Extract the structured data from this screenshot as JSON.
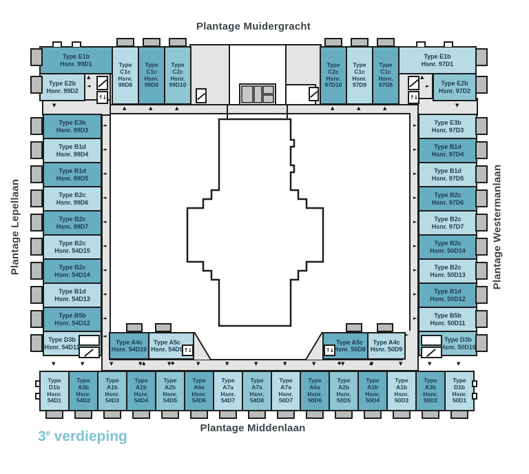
{
  "palette": {
    "dark": "#68AEC2",
    "mid": "#8FC6D3",
    "light": "#B7DCE6",
    "corridor": "#E3E5E4",
    "tab_gray": "#BABDBB",
    "line": "#1C1C1C",
    "unit_text": "#1D3A4E",
    "floor_label": "#7EC2D3",
    "street_text": "#3C4347"
  },
  "labels": {
    "street_top": "Plantage Muidergracht",
    "street_left": "Plantage Lepellaan",
    "street_right": "Plantage Westermanlaan",
    "street_bottom": "Plantage Middenlaan",
    "floor_number": "3",
    "floor_sup": "e",
    "floor_word": "verdieping"
  },
  "glyphs": {
    "up": "▲",
    "down": "▼",
    "left": "◄",
    "right": "►",
    "diamond": "◆",
    "lift": "↑↓"
  },
  "units": {
    "top_left_corner": [
      {
        "type": "Type E1b",
        "hsnr": "Hsnr. 99D1",
        "shade": "dark"
      },
      {
        "type": "Type E2b",
        "hsnr": "Hsnr. 99D2",
        "shade": "light"
      }
    ],
    "top_row_left": [
      {
        "type": "Type C1c",
        "hsnr": "Hsnr. 99D8",
        "shade": "light"
      },
      {
        "type": "Type C1c",
        "hsnr": "Hsnr. 99D9",
        "shade": "dark"
      },
      {
        "type": "Type C2c",
        "hsnr": "Hsnr. 99D10",
        "shade": "mid"
      }
    ],
    "top_row_right": [
      {
        "type": "Type C2c",
        "hsnr": "Hsnr. 97D10",
        "shade": "dark"
      },
      {
        "type": "Type C1c",
        "hsnr": "Hsnr. 97D9",
        "shade": "light"
      },
      {
        "type": "Type C1c",
        "hsnr": "Hsnr. 97D8",
        "shade": "dark"
      }
    ],
    "top_right_corner": [
      {
        "type": "Type E1b",
        "hsnr": "Hsnr. 97D1",
        "shade": "light"
      },
      {
        "type": "Type E2b",
        "hsnr": "Hsnr. 97D2",
        "shade": "mid"
      }
    ],
    "left_column": [
      {
        "type": "Type E3b",
        "hsnr": "Hsnr. 99D3",
        "shade": "dark"
      },
      {
        "type": "Type B1d",
        "hsnr": "Hsnr. 99D4",
        "shade": "light"
      },
      {
        "type": "Type B1d",
        "hsnr": "Hsnr. 99D5",
        "shade": "dark"
      },
      {
        "type": "Type B2c",
        "hsnr": "Hsnr. 99D6",
        "shade": "light"
      },
      {
        "type": "Type B2c",
        "hsnr": "Hsnr. 99D7",
        "shade": "dark"
      },
      {
        "type": "Type B2c",
        "hsnr": "Hsnr. 54D15",
        "shade": "light"
      },
      {
        "type": "Type B2c",
        "hsnr": "Hsnr. 54D14",
        "shade": "dark"
      },
      {
        "type": "Type B1d",
        "hsnr": "Hsnr. 54D13",
        "shade": "light"
      },
      {
        "type": "Type B5b",
        "hsnr": "Hsnr. 54D12",
        "shade": "dark"
      },
      {
        "type": "Type D3b",
        "hsnr": "Hsnr. 54D11",
        "shade": "light"
      }
    ],
    "right_column": [
      {
        "type": "Type E3b",
        "hsnr": "Hsnr. 97D3",
        "shade": "light"
      },
      {
        "type": "Type B1d",
        "hsnr": "Hsnr. 97D4",
        "shade": "dark"
      },
      {
        "type": "Type B1d",
        "hsnr": "Hsnr. 97D5",
        "shade": "light"
      },
      {
        "type": "Type B2c",
        "hsnr": "Hsnr. 97D6",
        "shade": "dark"
      },
      {
        "type": "Type B2c",
        "hsnr": "Hsnr. 97D7",
        "shade": "light"
      },
      {
        "type": "Type B2c",
        "hsnr": "Hsnr. 50D14",
        "shade": "dark"
      },
      {
        "type": "Type B2c",
        "hsnr": "Hsnr. 50D13",
        "shade": "light"
      },
      {
        "type": "Type B1d",
        "hsnr": "Hsnr. 50D12",
        "shade": "dark"
      },
      {
        "type": "Type B5b",
        "hsnr": "Hsnr. 50D11",
        "shade": "light"
      },
      {
        "type": "Type D3b",
        "hsnr": "Hsnr. 50D10",
        "shade": "mid"
      }
    ],
    "inner_bottom_left": [
      {
        "type": "Type A4c",
        "hsnr": "Hsnr. 54D10",
        "shade": "dark"
      },
      {
        "type": "Type A5c",
        "hsnr": "Hsnr. 54D9",
        "shade": "light"
      }
    ],
    "inner_bottom_right": [
      {
        "type": "Type A5c",
        "hsnr": "Hsnr. 50D8",
        "shade": "dark"
      },
      {
        "type": "Type A4c",
        "hsnr": "Hsnr. 50D9",
        "shade": "light"
      }
    ],
    "bottom_row": [
      {
        "type": "Type D1b",
        "hsnr": "Hsnr. 54D1",
        "shade": "light"
      },
      {
        "type": "Type A3b",
        "hsnr": "Hsnr. 54D2",
        "shade": "dark"
      },
      {
        "type": "Type A1b",
        "hsnr": "Hsnr. 54D3",
        "shade": "mid"
      },
      {
        "type": "Type A1b",
        "hsnr": "Hsnr. 54D4",
        "shade": "dark"
      },
      {
        "type": "Type A2b",
        "hsnr": "Hsnr. 54D5",
        "shade": "mid"
      },
      {
        "type": "Type A6a",
        "hsnr": "Hsnr. 54D6",
        "shade": "dark"
      },
      {
        "type": "Type A7a",
        "hsnr": "Hsnr. 54D7",
        "shade": "light"
      },
      {
        "type": "Type A7a",
        "hsnr": "Hsnr. 54D8",
        "shade": "mid"
      },
      {
        "type": "Type A7a",
        "hsnr": "Hsnr. 50D7",
        "shade": "light"
      },
      {
        "type": "Type A6a",
        "hsnr": "Hsnr. 50D6",
        "shade": "dark"
      },
      {
        "type": "Type A2b",
        "hsnr": "Hsnr. 50D5",
        "shade": "mid"
      },
      {
        "type": "Type A1b",
        "hsnr": "Hsnr. 50D4",
        "shade": "dark"
      },
      {
        "type": "Type A1b",
        "hsnr": "Hsnr. 50D3",
        "shade": "light"
      },
      {
        "type": "Type A3b",
        "hsnr": "Hsnr. 50D2",
        "shade": "dark"
      },
      {
        "type": "Type D1b",
        "hsnr": "Hsnr. 50D1",
        "shade": "light"
      }
    ]
  }
}
